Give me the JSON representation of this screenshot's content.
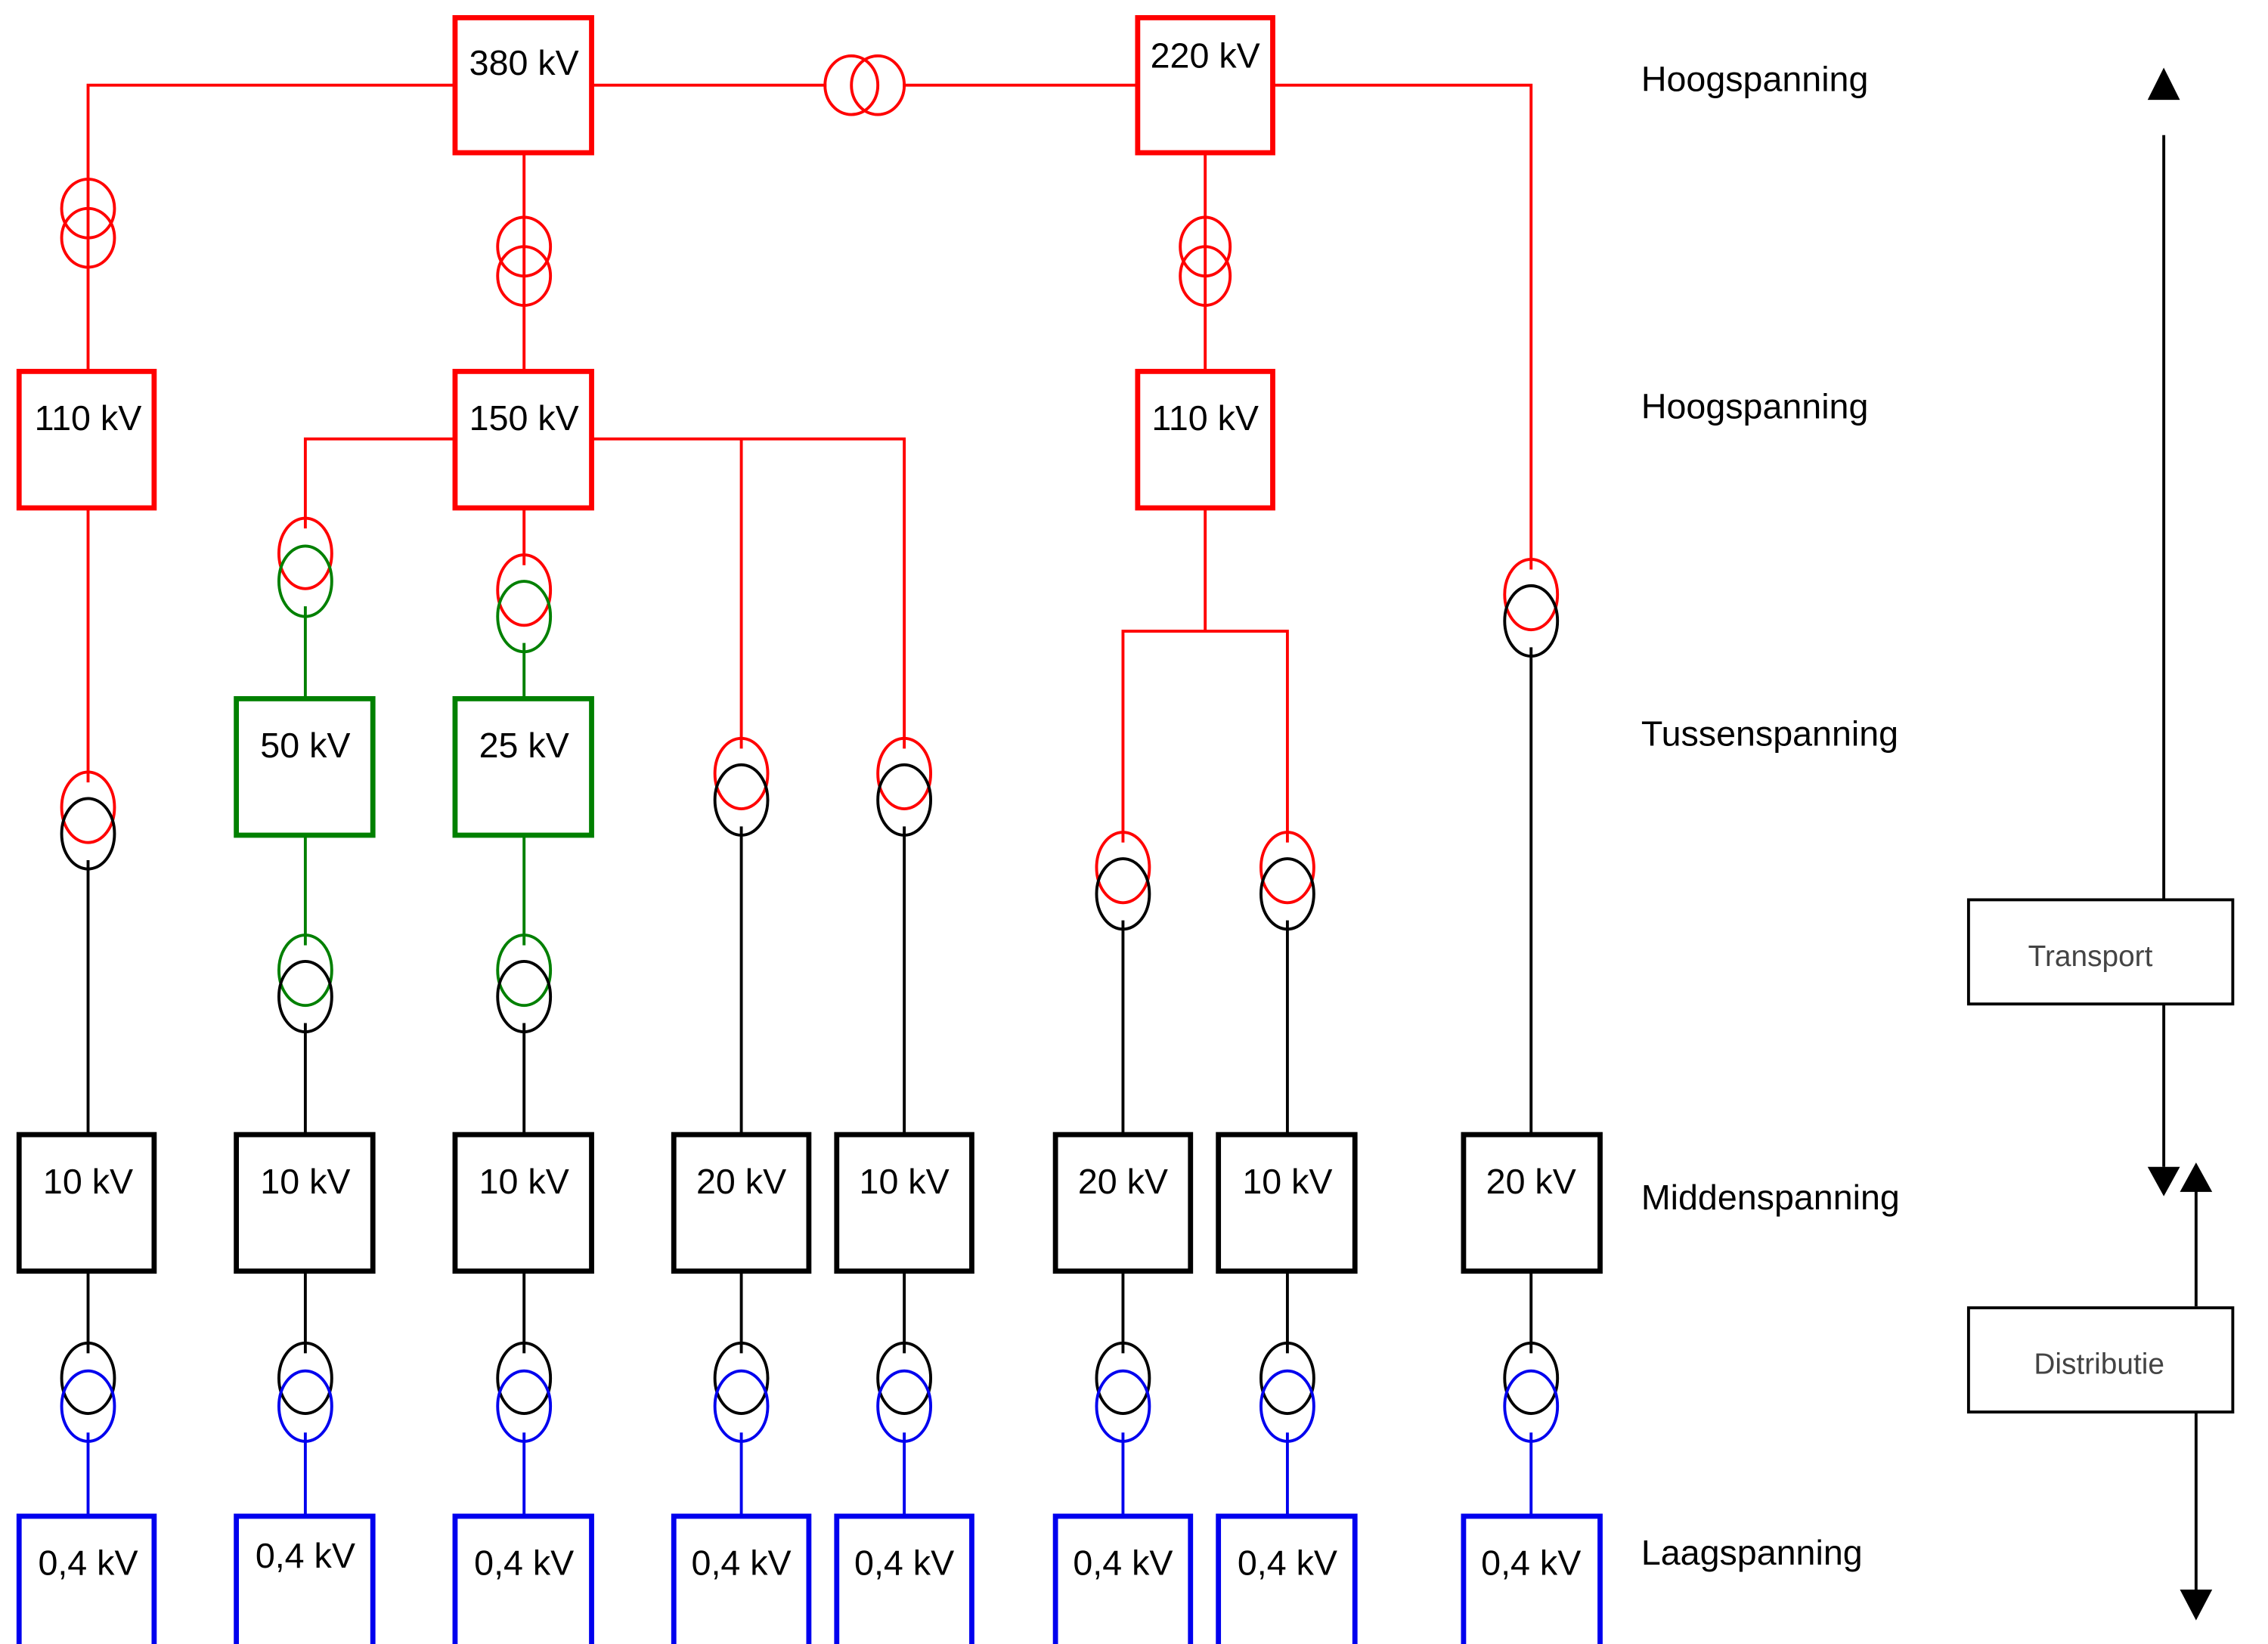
{
  "colors": {
    "high_voltage": "#ff0000",
    "intermediate_voltage": "#008000",
    "medium_voltage": "#000000",
    "low_voltage": "#0000ee"
  },
  "nodes": {
    "n380": "380 kV",
    "n220": "220 kV",
    "n110a": "110 kV",
    "n150": "150 kV",
    "n110b": "110 kV",
    "n50": "50 kV",
    "n25": "25 kV",
    "m1": "10 kV",
    "m2": "10 kV",
    "m3": "10 kV",
    "m4": "20 kV",
    "m5": "10 kV",
    "m6": "20 kV",
    "m7": "10 kV",
    "m8": "20 kV",
    "l1": "0,4 kV",
    "l2": "0,4 kV",
    "l3": "0,4 kV",
    "l4": "0,4 kV",
    "l5": "0,4 kV",
    "l6": "0,4 kV",
    "l7": "0,4 kV",
    "l8": "0,4 kV"
  },
  "levels": {
    "hv1": "Hoogspanning",
    "hv2": "Hoogspanning",
    "iv": "Tussenspanning",
    "mv": "Middenspanning",
    "lv": "Laagspanning"
  },
  "flow": {
    "transport": "Transport",
    "distributie": "Distributie"
  }
}
